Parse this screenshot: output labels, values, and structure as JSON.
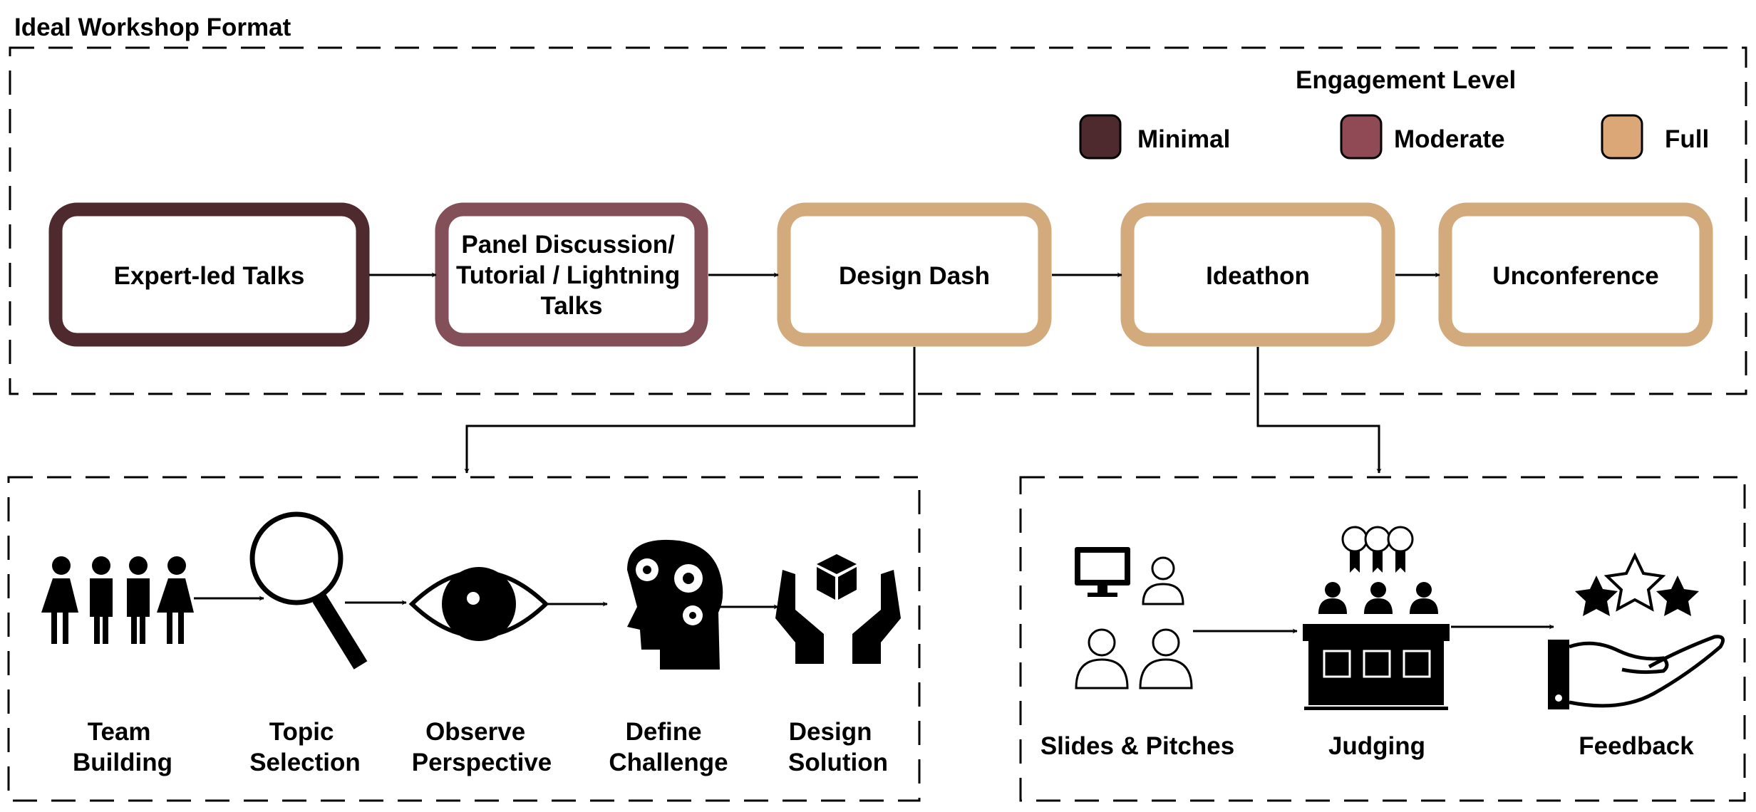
{
  "title": "Ideal Workshop Format",
  "legend": {
    "title": "Engagement Level",
    "items": [
      {
        "label": "Minimal",
        "color": "#4e2a2f"
      },
      {
        "label": "Moderate",
        "color": "#8f4a55"
      },
      {
        "label": "Full",
        "color": "#dba776"
      }
    ]
  },
  "flow": [
    {
      "lines": [
        "Expert-led Talks"
      ],
      "color": "#4e2a2f"
    },
    {
      "lines": [
        "Panel Discussion/",
        "Tutorial / Lightning",
        "Talks"
      ],
      "color": "#83505a"
    },
    {
      "lines": [
        "Design Dash"
      ],
      "color": "#d2aa7b"
    },
    {
      "lines": [
        "Ideathon"
      ],
      "color": "#d2aa7b"
    },
    {
      "lines": [
        "Unconference"
      ],
      "color": "#d2aa7b"
    }
  ],
  "design_dash_steps": [
    {
      "lines": [
        "Team",
        "Building"
      ],
      "icon": "team-people-icon"
    },
    {
      "lines": [
        "Topic",
        "Selection"
      ],
      "icon": "magnifier-icon"
    },
    {
      "lines": [
        "Observe",
        "Perspective"
      ],
      "icon": "eye-icon"
    },
    {
      "lines": [
        "Define",
        "Challenge"
      ],
      "icon": "head-gears-icon"
    },
    {
      "lines": [
        "Design",
        "Solution"
      ],
      "icon": "hands-box-icon"
    }
  ],
  "ideathon_steps": [
    {
      "lines": [
        "Slides & Pitches"
      ],
      "icon": "presenter-audience-icon"
    },
    {
      "lines": [
        "Judging"
      ],
      "icon": "judges-panel-icon"
    },
    {
      "lines": [
        "Feedback"
      ],
      "icon": "stars-hand-icon"
    }
  ]
}
